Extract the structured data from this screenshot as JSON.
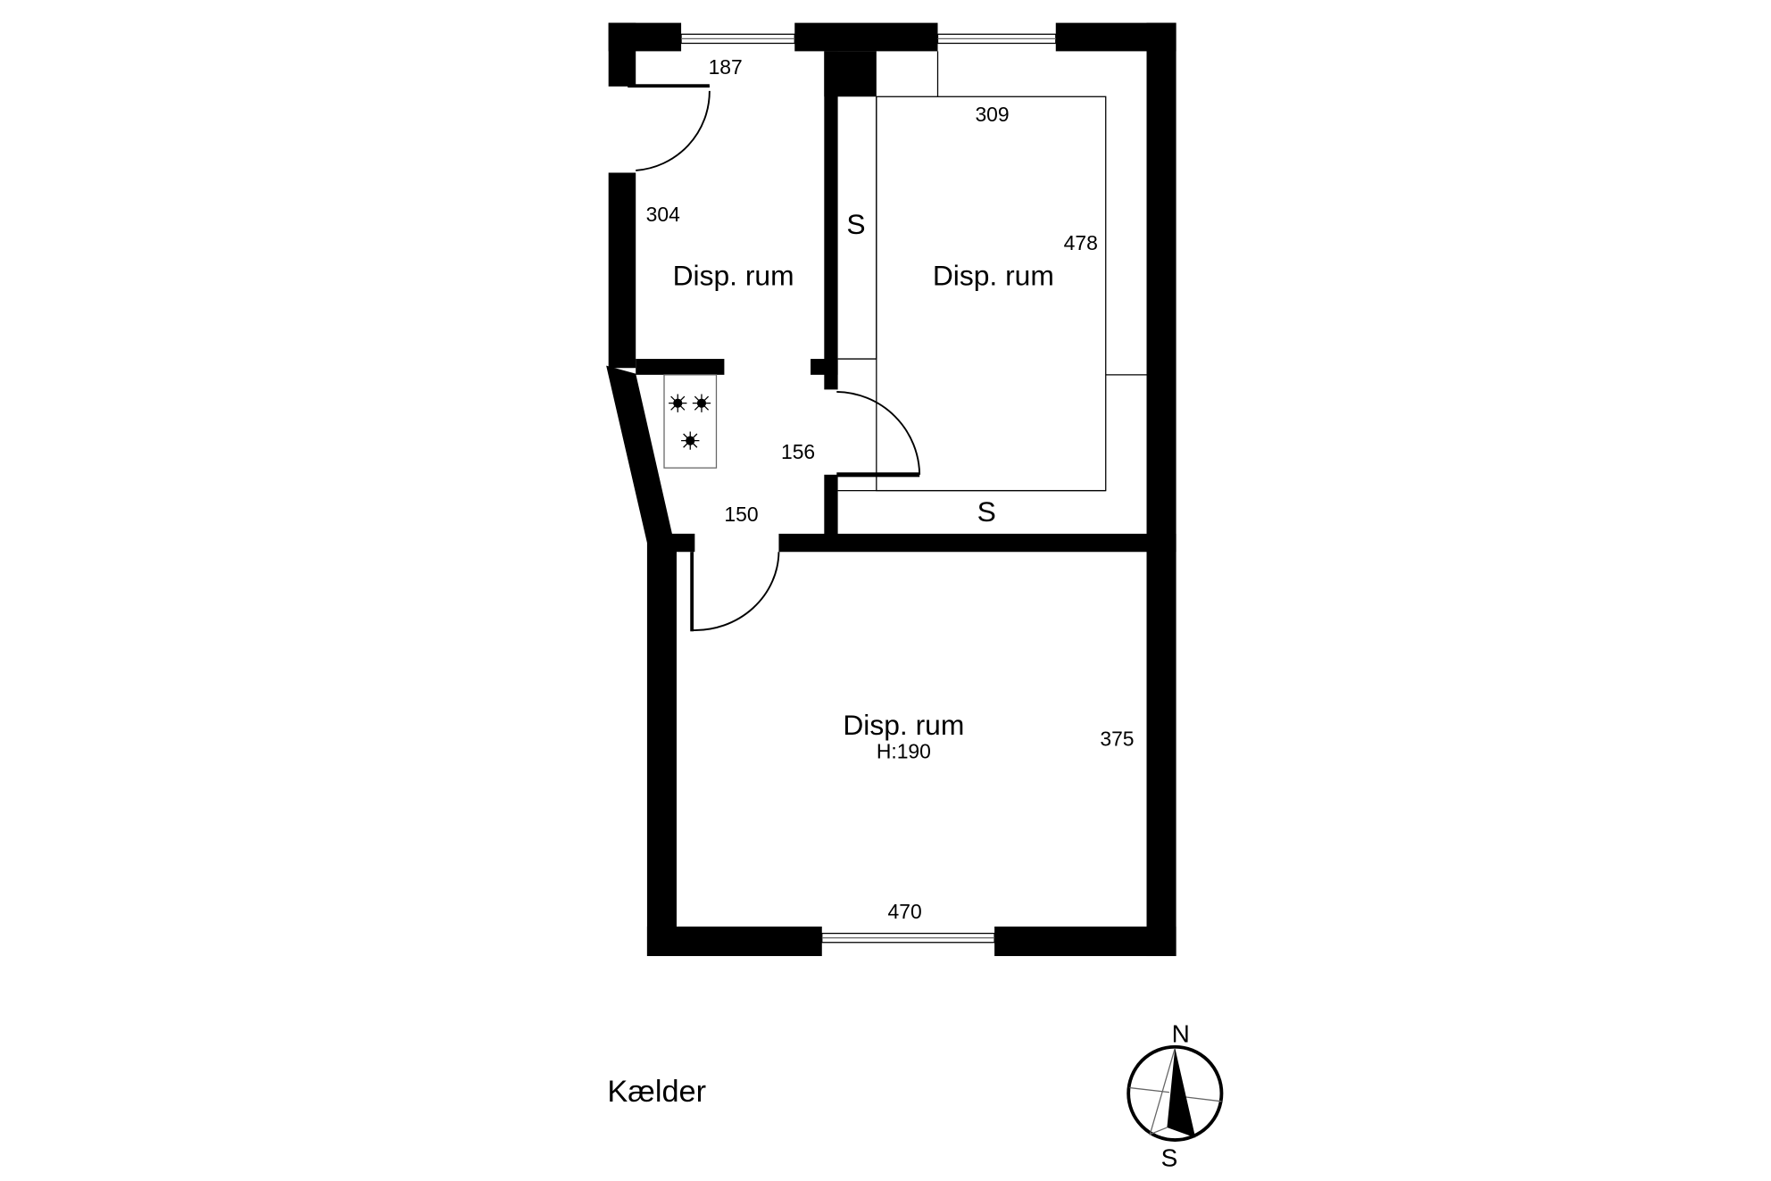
{
  "plan": {
    "floor_label": "Kælder",
    "rooms": [
      {
        "name": "Disp. rum",
        "dims": [
          "187",
          "304"
        ]
      },
      {
        "name": "Disp. rum",
        "dims": [
          "309",
          "478"
        ]
      },
      {
        "name": "Disp. rum",
        "height": "H:190",
        "dims": [
          "375",
          "470"
        ]
      }
    ],
    "hall_dims": [
      "156",
      "150"
    ],
    "closet_marks": [
      "S",
      "S"
    ]
  },
  "compass": {
    "north": "N",
    "south": "S"
  },
  "colors": {
    "wall": "#000000",
    "background": "#ffffff"
  }
}
